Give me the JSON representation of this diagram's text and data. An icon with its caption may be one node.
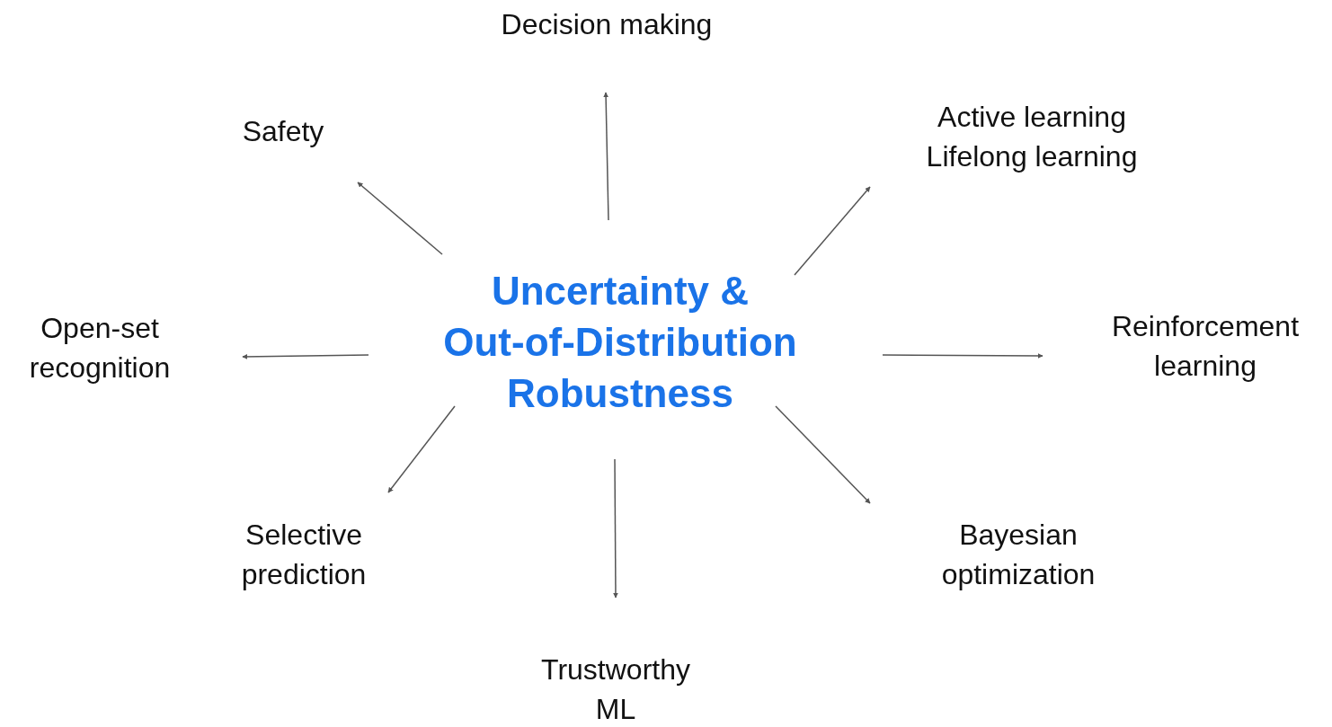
{
  "diagram": {
    "nodes": [
      {
        "text": [
          "Uncertainty & Out-of-Distribution Robustness"
        ]
      },
      {
        "text": [
          "Decision making"
        ]
      },
      {
        "text": [
          "Safety"
        ]
      },
      {
        "text": [
          "Active learning",
          "Lifelong learning"
        ]
      },
      {
        "text": [
          "Open-set recognition"
        ]
      },
      {
        "text": [
          "Reinforcement learning"
        ]
      },
      {
        "text": [
          "Selective prediction"
        ]
      },
      {
        "text": [
          "Bayesian optimization"
        ]
      },
      {
        "text": [
          "Trustworthy ML"
        ]
      }
    ],
    "edges": [
      {
        "from": 0,
        "to": 1,
        "arrow": "to"
      },
      {
        "from": 0,
        "to": 2,
        "arrow": "to"
      },
      {
        "from": 0,
        "to": 3,
        "arrow": "to"
      },
      {
        "from": 0,
        "to": 4,
        "arrow": "to"
      },
      {
        "from": 0,
        "to": 5,
        "arrow": "to"
      },
      {
        "from": 0,
        "to": 6,
        "arrow": "to"
      },
      {
        "from": 0,
        "to": 7,
        "arrow": "to"
      },
      {
        "from": 0,
        "to": 8,
        "arrow": "to"
      }
    ]
  }
}
